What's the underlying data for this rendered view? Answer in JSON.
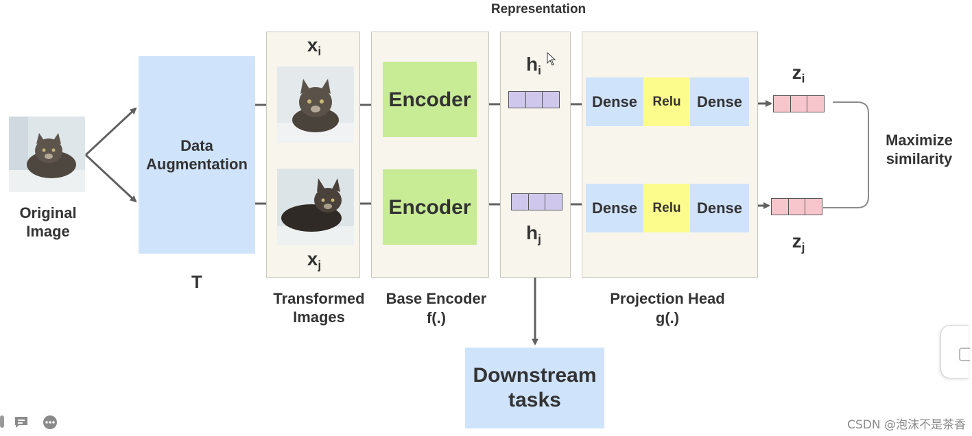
{
  "title": "Representation",
  "original_image_label": "Original Image",
  "augmentation": {
    "label": "Data Augmentation",
    "symbol": "T"
  },
  "transformed": {
    "label": "Transformed Images",
    "x_i": {
      "base": "x",
      "sub": "i"
    },
    "x_j": {
      "base": "x",
      "sub": "j"
    }
  },
  "encoder": {
    "block_label": "Encoder",
    "panel_label": "Base Encoder",
    "fn": "f(.)"
  },
  "representation": {
    "h_i": {
      "base": "h",
      "sub": "i"
    },
    "h_j": {
      "base": "h",
      "sub": "j"
    }
  },
  "projection": {
    "panel_label": "Projection Head",
    "fn": "g(.)",
    "dense_label": "Dense",
    "relu_label": "Relu"
  },
  "outputs": {
    "z_i": {
      "base": "z",
      "sub": "i"
    },
    "z_j": {
      "base": "z",
      "sub": "j"
    }
  },
  "objective": "Maximize similarity",
  "downstream": "Downstream tasks",
  "watermark": "CSDN @泡沫不是茶香",
  "colors": {
    "blue_block": "#cfe3fb",
    "green_block": "#c8eb96",
    "yellow_block": "#fcfc8c",
    "h_vector": "#cfc8ec",
    "z_vector": "#f7c6cc",
    "panel": "#f7f5ec",
    "arrow": "#606060"
  },
  "icons": [
    "cat-photo",
    "chat-icon",
    "more-icon",
    "cursor-icon"
  ]
}
